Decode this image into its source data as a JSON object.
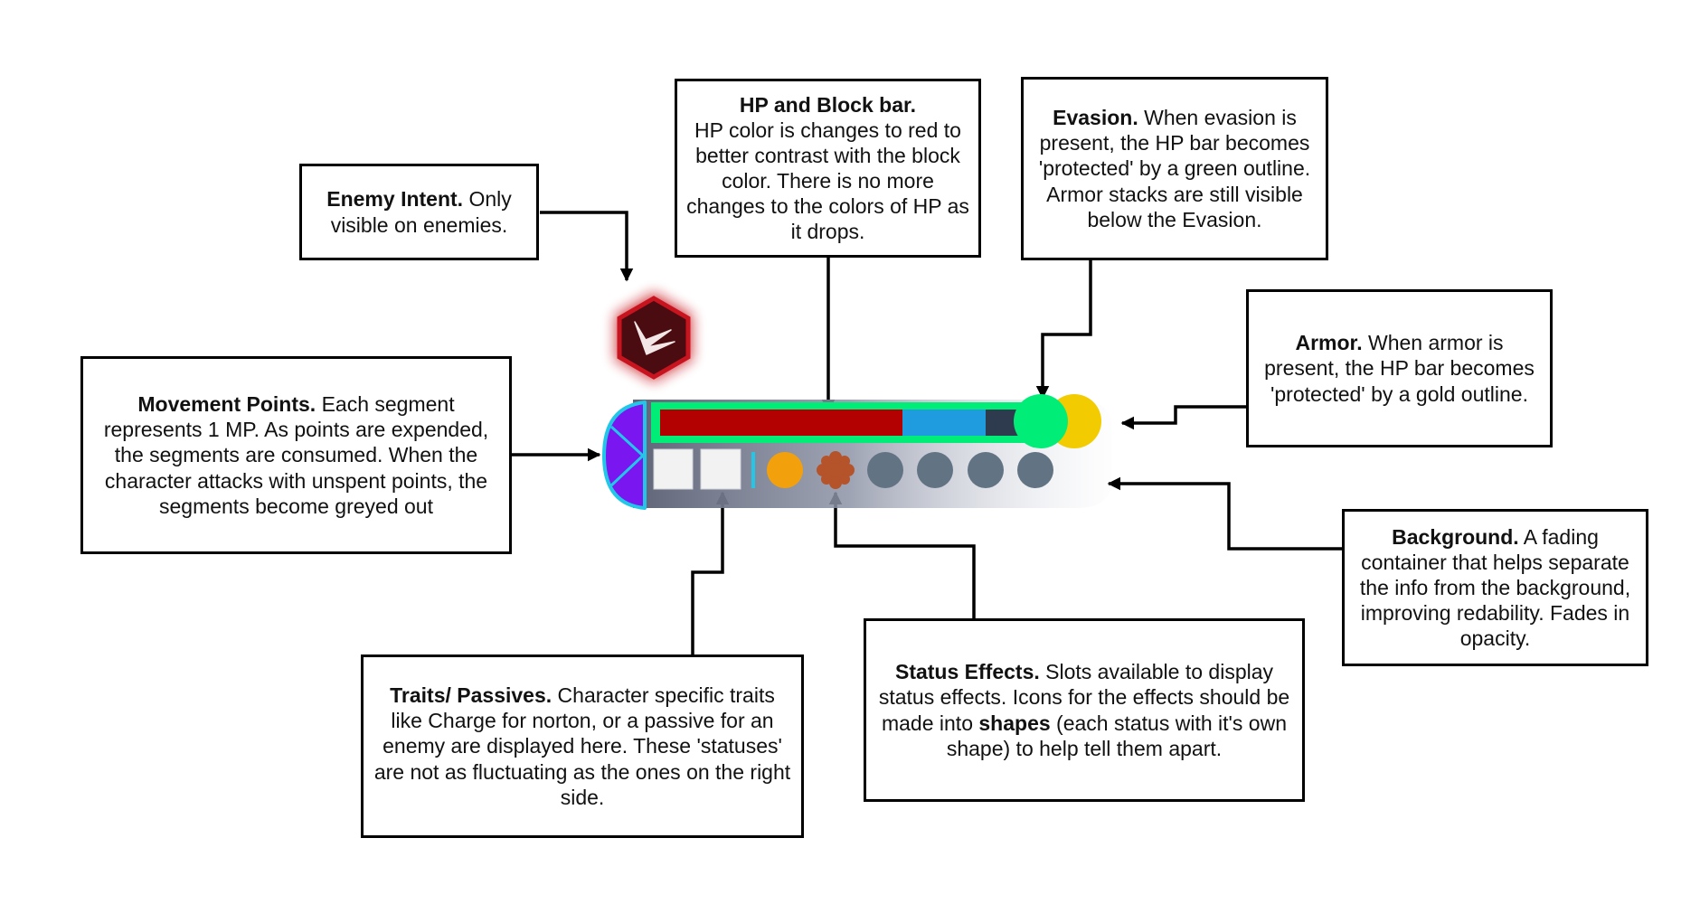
{
  "callouts": {
    "enemy_intent": {
      "title": "Enemy Intent.",
      "body": " Only visible on enemies."
    },
    "hp_block": {
      "title": "HP and Block bar.",
      "body": "HP color is changes to red to better contrast with the block color. There is no more changes to the colors of HP as it drops."
    },
    "evasion": {
      "title": "Evasion.",
      "body": " When evasion is present, the HP bar becomes 'protected' by a green outline. Armor stacks are still visible below the Evasion."
    },
    "armor": {
      "title": "Armor.",
      "body": " When armor is present, the HP bar becomes 'protected' by a gold outline."
    },
    "movement": {
      "title": "Movement Points.",
      "body": " Each segment represents 1 MP. As points are expended, the segments are consumed. When the character attacks with unspent points, the segments become greyed out"
    },
    "background": {
      "title": "Background.",
      "body": " A fading container that helps separate the info from the background, improving redability. Fades in opacity."
    },
    "traits": {
      "title": "Traits/ Passives.",
      "body": " Character specific traits like Charge for norton, or a passive for an enemy are displayed here. These 'statuses' are not as fluctuating as the ones on the right side."
    },
    "status": {
      "title": "Status Effects.",
      "body_before": " Slots available to display status effects. Icons for the effects should be made into ",
      "body_bold": "shapes",
      "body_after": " (each status with it's own shape) to help tell them apart."
    }
  },
  "hud": {
    "hp_fraction": 0.67,
    "block_fraction": 0.23,
    "colors": {
      "hp": "#b30000",
      "block": "#1f9ce0",
      "empty": "#2e3b4e",
      "evasion": "#00ee77",
      "armor": "#f2cc00",
      "movement": "#7a16f0",
      "movement_outline": "#22c7e8",
      "intent": "#c8141e",
      "status_orange": "#f2a10d",
      "status_brown": "#b5532a",
      "status_grey": "#627384"
    },
    "movement_segments": 3,
    "trait_slots": 2,
    "status_slots": 6
  }
}
